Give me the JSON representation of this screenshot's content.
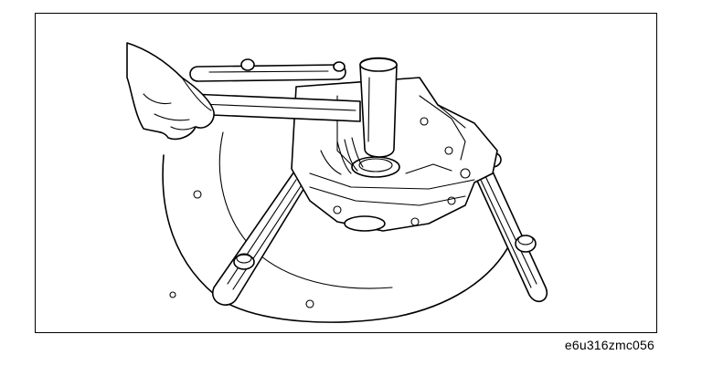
{
  "figure": {
    "code": "e6u316zmc056",
    "line_color": "#000000",
    "background_color": "#ffffff",
    "parts": [
      "hand-illustration",
      "hammer-illustration",
      "flywheel-disc-illustration",
      "transmission-housing-illustration",
      "holding-fixture-arms-illustration",
      "oil-seal-illustration"
    ]
  }
}
